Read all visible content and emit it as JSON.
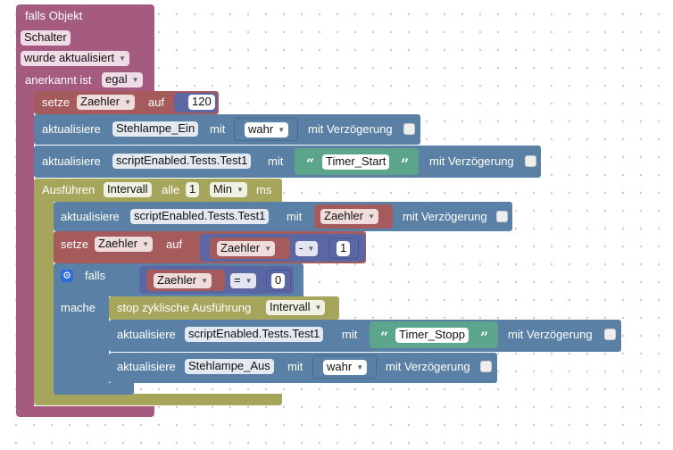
{
  "trigger": {
    "label": "falls Objekt",
    "object": "Schalter",
    "event": "wurde aktualisiert",
    "ack_label": "anerkannt ist",
    "ack_value": "egal"
  },
  "set1": {
    "label": "setze",
    "variable": "Zaehler",
    "to": "auf",
    "value": "120"
  },
  "upd1": {
    "label": "aktualisiere",
    "object": "Stehlampe_Ein",
    "with": "mit",
    "value": "wahr",
    "delay": "mit Verzögerung"
  },
  "upd2": {
    "label": "aktualisiere",
    "object": "scriptEnabled.Tests.Test1",
    "with": "mit",
    "open_quote": "“",
    "value": "Timer_Start",
    "close_quote": "”",
    "delay": "mit Verzögerung"
  },
  "interval": {
    "label": "Ausführen",
    "name": "Intervall",
    "every": "alle",
    "amount": "1",
    "unit": "Min",
    "ms": "ms"
  },
  "upd3": {
    "label": "aktualisiere",
    "object": "scriptEnabled.Tests.Test1",
    "with": "mit",
    "value": "Zaehler",
    "delay": "mit Verzögerung"
  },
  "set2": {
    "label": "setze",
    "variable": "Zaehler",
    "to": "auf",
    "operand": "Zaehler",
    "operator": "-",
    "amount": "1"
  },
  "if_block": {
    "if_label": "falls",
    "then_label": "mache",
    "left": "Zaehler",
    "operator": "=",
    "right": "0"
  },
  "stop": {
    "label": "stop zyklische Ausführung",
    "name": "Intervall"
  },
  "upd4": {
    "label": "aktualisiere",
    "object": "scriptEnabled.Tests.Test1",
    "with": "mit",
    "open_quote": "“",
    "value": "Timer_Stopp",
    "close_quote": "”",
    "delay": "mit Verzögerung"
  },
  "upd5": {
    "label": "aktualisiere",
    "object": "Stehlampe_Aus",
    "with": "mit",
    "value": "wahr",
    "delay": "mit Verzögerung"
  },
  "colors": {
    "event": "#a55b80",
    "action": "#5b80a5",
    "interval": "#a5a55b",
    "logic": "#5b67a5",
    "text": "#5ba58c",
    "variable": "#a55b5b"
  }
}
